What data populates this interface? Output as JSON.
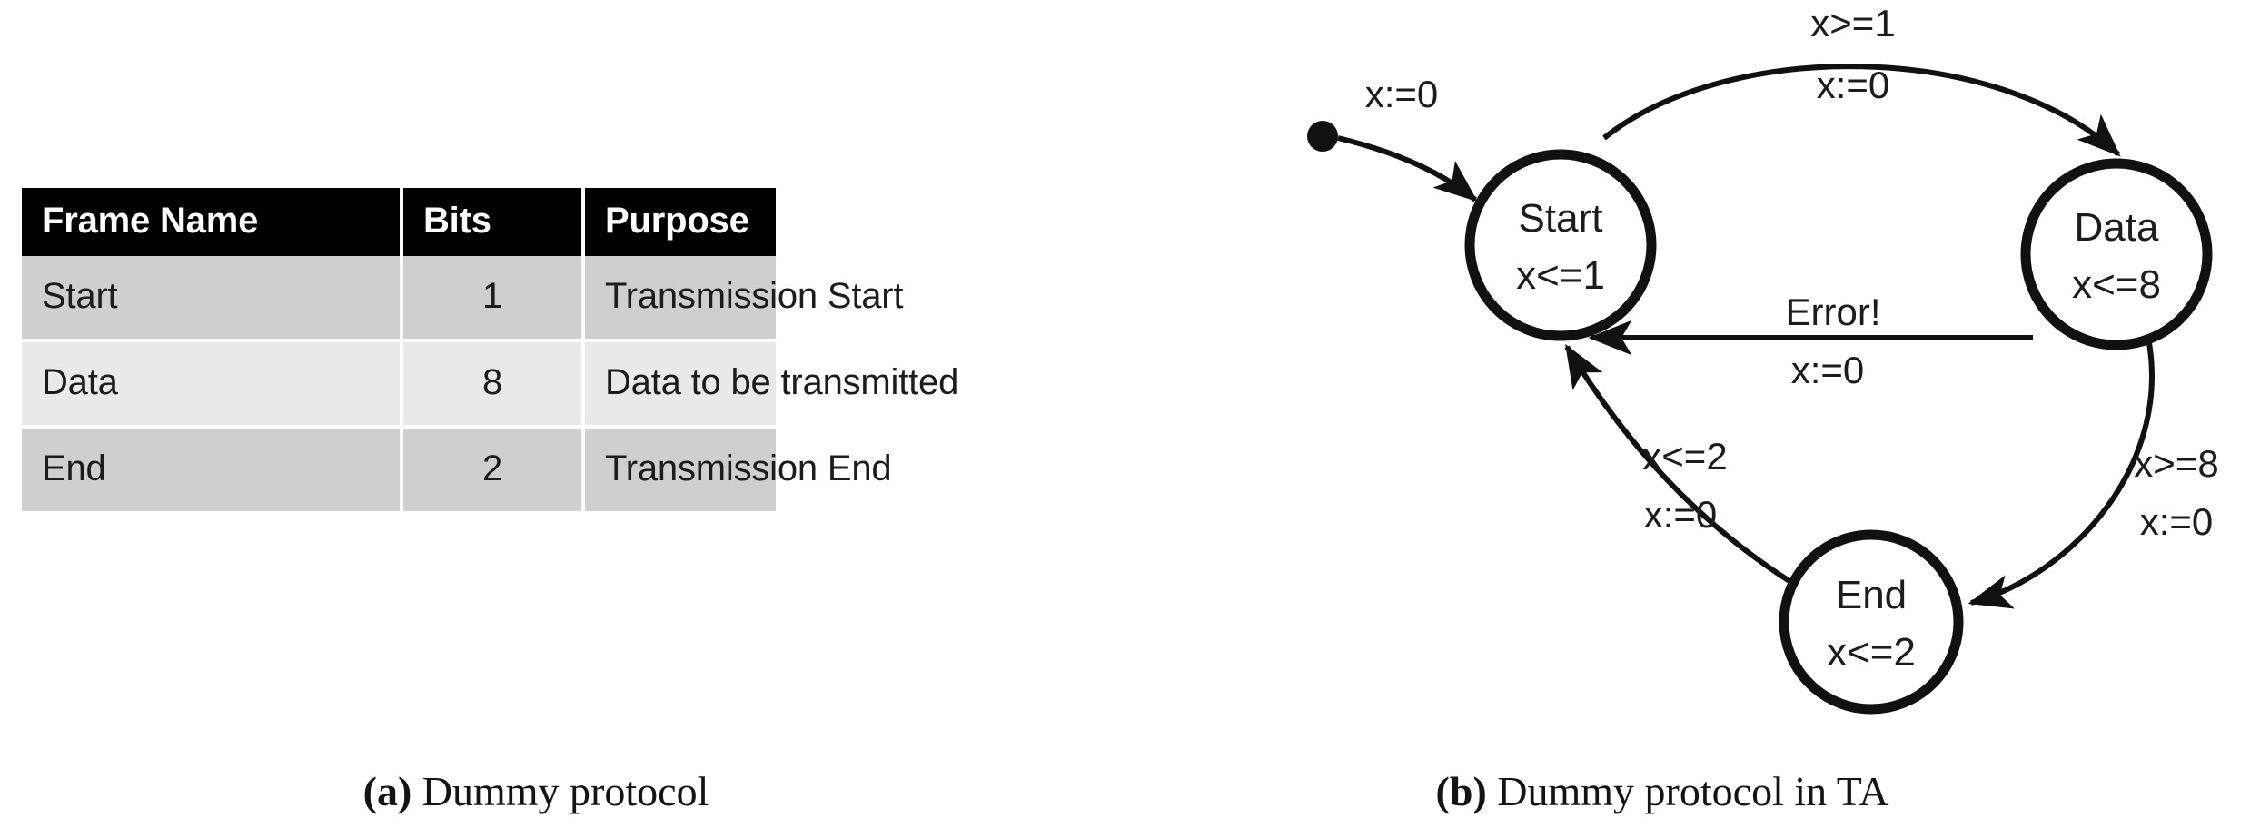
{
  "figure": {
    "subfigures": [
      {
        "tag": "(a)",
        "caption": " Dummy protocol"
      },
      {
        "tag": "(b)",
        "caption": " Dummy protocol in TA"
      }
    ]
  },
  "table": {
    "headers": [
      "Frame Name",
      "Bits",
      "Purpose"
    ],
    "rows": [
      {
        "name": "Start",
        "bits": "1",
        "purpose": "Transmission Start"
      },
      {
        "name": "Data",
        "bits": "8",
        "purpose": "Data to be transmitted"
      },
      {
        "name": "End",
        "bits": "2",
        "purpose": "Transmission End"
      }
    ],
    "colors": {
      "header_bg": "#000000",
      "header_fg": "#ffffff",
      "row_dark": "#cfcfcf",
      "row_light": "#e9e9e9",
      "text": "#1c1c1c"
    }
  },
  "automaton": {
    "initial_marker": "initial-state-dot",
    "initial_edge_label": "x:=0",
    "states": [
      {
        "id": "start",
        "name": "Start",
        "invariant": "x<=1"
      },
      {
        "id": "data",
        "name": "Data",
        "invariant": "x<=8"
      },
      {
        "id": "end",
        "name": "End",
        "invariant": "x<=2"
      }
    ],
    "edges": [
      {
        "from": "start",
        "to": "data",
        "guard": "x>=1",
        "update": "x:=0"
      },
      {
        "from": "data",
        "to": "start",
        "guard": "Error!",
        "update": "x:=0"
      },
      {
        "from": "data",
        "to": "end",
        "guard": "x>=8",
        "update": "x:=0"
      },
      {
        "from": "end",
        "to": "start",
        "guard": "x<=2",
        "update": "x:=0"
      }
    ],
    "colors": {
      "stroke": "#111111",
      "fill": "#ffffff",
      "text": "#1c1c1c"
    }
  }
}
